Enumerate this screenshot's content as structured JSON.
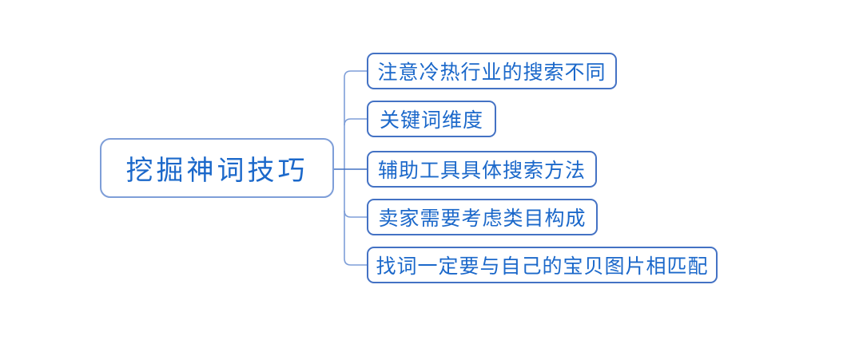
{
  "colors": {
    "background": "#FFFFFF",
    "text": "#1B68CA",
    "node_border": "#4472C4",
    "root_border": "#7E9ED8",
    "line": "#7E9ED8",
    "line_dark": "#4472C4"
  },
  "mindmap": {
    "root": {
      "label": "挖掘神词技巧"
    },
    "children": [
      {
        "label": "注意冷热行业的搜索不同"
      },
      {
        "label": "关键词维度"
      },
      {
        "label": "辅助工具具体搜索方法"
      },
      {
        "label": "卖家需要考虑类目构成"
      },
      {
        "label": "找词一定要与自己的宝贝图片相匹配"
      }
    ]
  }
}
